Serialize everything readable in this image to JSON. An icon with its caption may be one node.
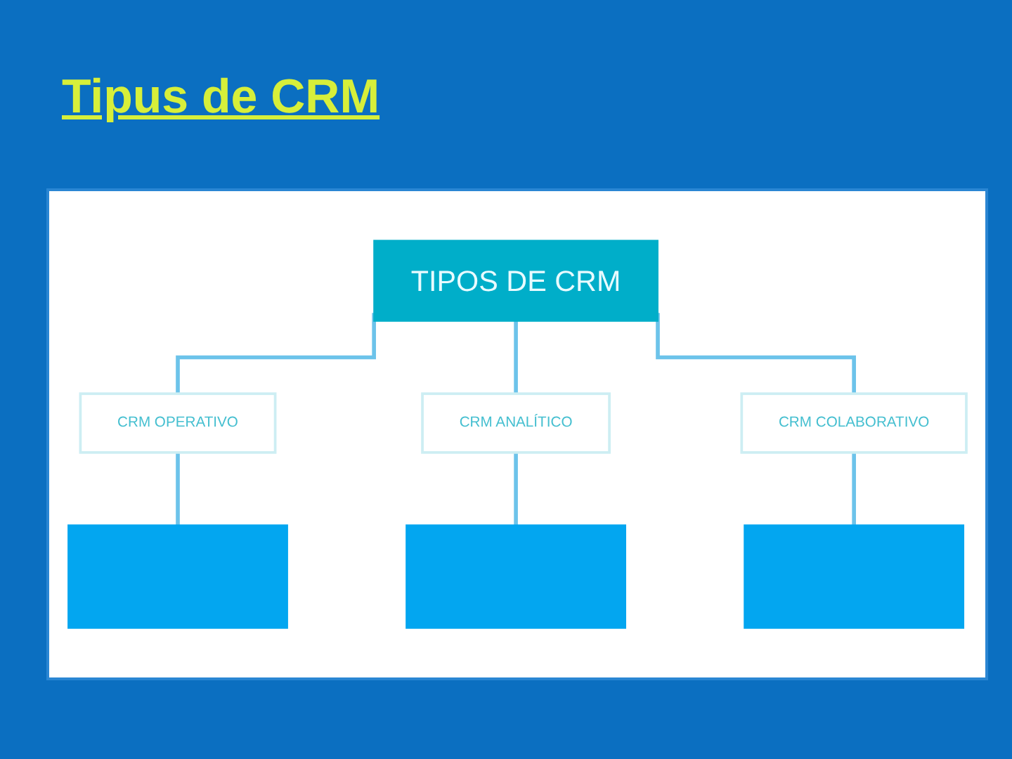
{
  "diagram": {
    "title": "Tipus de CRM",
    "nodes": [
      {
        "text": [
          "TIPOS DE CRM"
        ]
      },
      {
        "text": [
          "CRM OPERATIVO"
        ]
      },
      {
        "text": [
          "CRM ANALÍTICO"
        ]
      },
      {
        "text": [
          "CRM COLABORATIVO"
        ]
      },
      {
        "text": [],
        "shape": "box"
      },
      {
        "text": [],
        "shape": "box"
      },
      {
        "text": [],
        "shape": "box"
      }
    ],
    "edges": [
      {
        "from": 0,
        "to": 1,
        "arrow": "none"
      },
      {
        "from": 0,
        "to": 2,
        "arrow": "none"
      },
      {
        "from": 0,
        "to": 3,
        "arrow": "none"
      },
      {
        "from": 1,
        "to": 4,
        "arrow": "none"
      },
      {
        "from": 2,
        "to": 5,
        "arrow": "none"
      },
      {
        "from": 3,
        "to": 6,
        "arrow": "none"
      }
    ]
  }
}
